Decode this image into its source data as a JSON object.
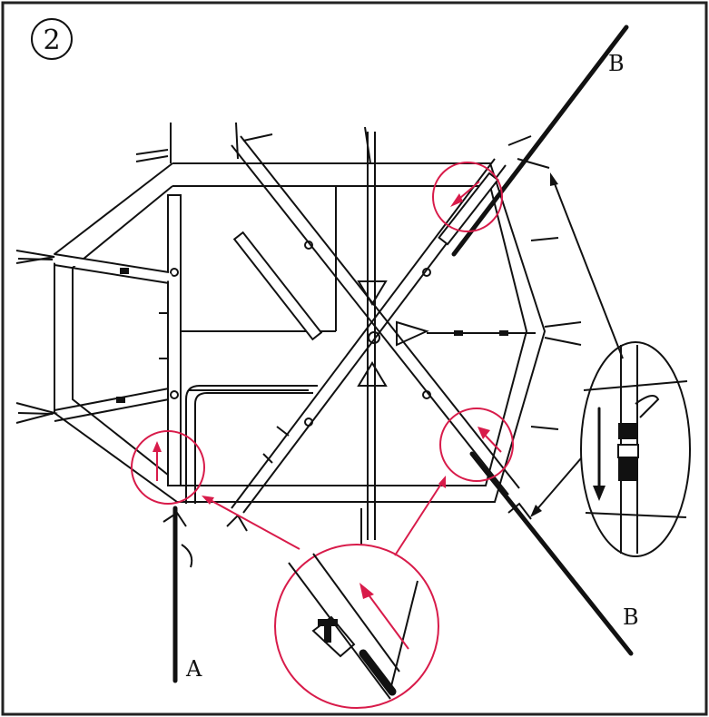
{
  "step_number": "2",
  "labels": {
    "pole_a": "A",
    "pole_b_top": "B",
    "pole_b_bottom": "B"
  },
  "colors": {
    "line": "#111111",
    "highlight": "#d81b4a",
    "background": "#ffffff"
  }
}
